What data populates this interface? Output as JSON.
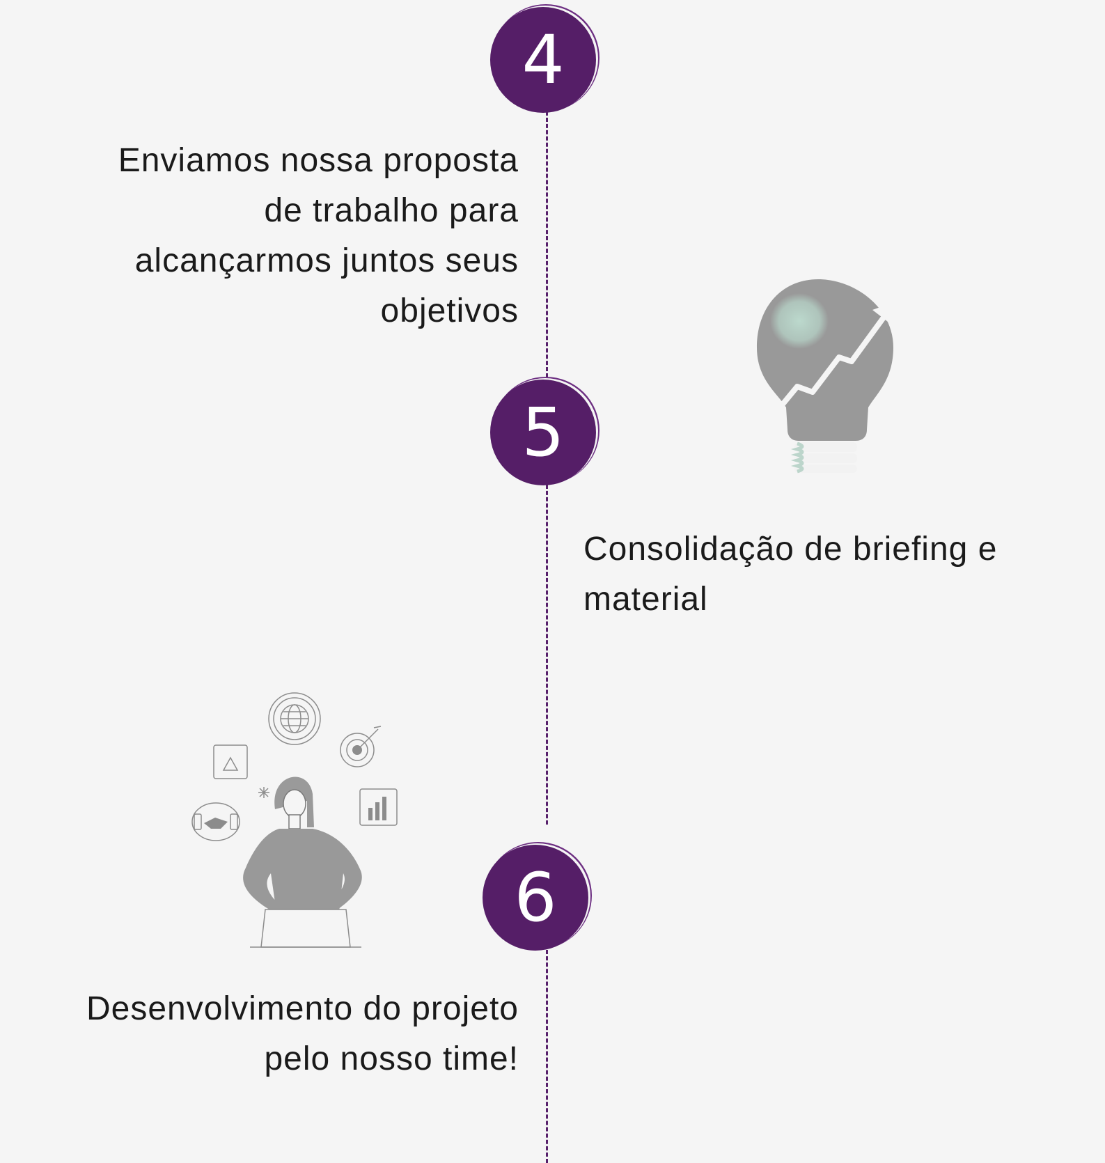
{
  "steps": [
    {
      "number": "4",
      "text": "Enviamos nossa proposta de trabalho para alcançarmos juntos seus objetivos"
    },
    {
      "number": "5",
      "text": "Consolidação de briefing e material"
    },
    {
      "number": "6",
      "text": "Desenvolvimento do projeto pelo nosso time!"
    }
  ],
  "illustrations": {
    "lightbulb": "lightbulb-growth-icon",
    "person": "woman-with-business-icons"
  },
  "colors": {
    "accent": "#551e67",
    "background": "#f5f5f5",
    "text": "#1a1a1a",
    "illustration": "#999999"
  }
}
